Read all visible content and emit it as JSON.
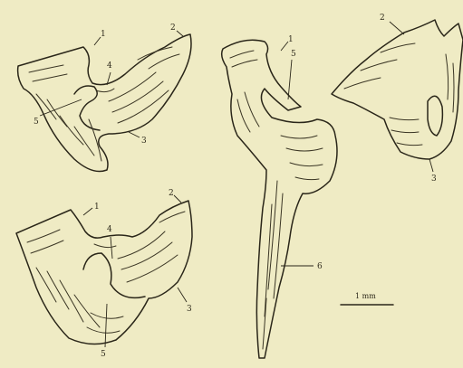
{
  "figure": {
    "background_color": "#efebc4",
    "ink_color": "#2a2619",
    "labels": {
      "top_left": [
        "1",
        "2",
        "3",
        "4",
        "5"
      ],
      "bottom_left": [
        "1",
        "2",
        "3",
        "4",
        "5"
      ],
      "center": [
        "1",
        "5",
        "6"
      ],
      "top_right": [
        "2",
        "3"
      ]
    },
    "scale_bar": {
      "label": "1 mm"
    }
  }
}
